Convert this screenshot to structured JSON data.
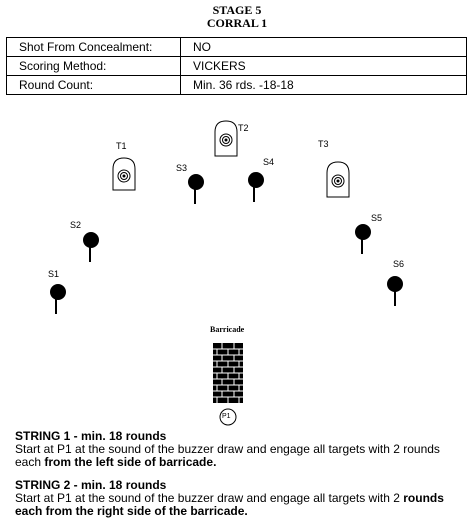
{
  "header": {
    "title": "STAGE 5",
    "subtitle": "CORRAL 1"
  },
  "info_table": [
    {
      "label": "Shot From Concealment:",
      "value": "NO"
    },
    {
      "label": "Scoring Method:",
      "value": "VICKERS"
    },
    {
      "label": "Round Count:",
      "value": "Min. 36 rds. -18-18"
    }
  ],
  "targets": {
    "T1": "T1",
    "T2": "T2",
    "T3": "T3",
    "S1": "S1",
    "S2": "S2",
    "S3": "S3",
    "S4": "S4",
    "S5": "S5",
    "S6": "S6"
  },
  "barricade_label": "Barricade",
  "position_label": "P1",
  "strings": [
    {
      "title": "STRING 1 - min.  18 rounds",
      "text": "Start at P1 at the sound of the buzzer draw and engage all targets with 2 rounds each ",
      "emphasis": "from the left side of barricade."
    },
    {
      "title": "STRING 2 - min.  18 rounds",
      "text": "Start at P1 at the sound of the buzzer draw and engage all targets with 2 ",
      "emphasis": "rounds each from the right side of the barricade."
    }
  ]
}
